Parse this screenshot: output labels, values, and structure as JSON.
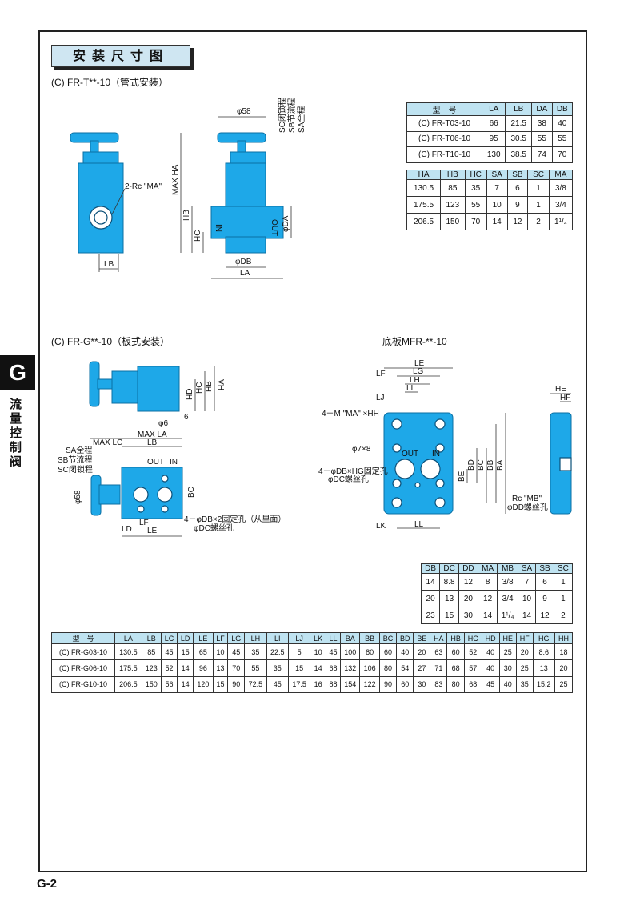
{
  "page": {
    "section_title": "安装尺寸图",
    "side_tab": "G",
    "side_label": "流量控制阀",
    "page_number": "G-2"
  },
  "fr_t": {
    "heading": "(C) FR-T**-10（管式安装）",
    "labels": {
      "rc": "2-Rc \"MA\"",
      "lb": "LB",
      "phi58": "φ58",
      "sc": "SC闭锁程",
      "sb": "SB节流程",
      "sa": "SA全程",
      "max_ha": "MAX HA",
      "hb": "HB",
      "hc": "HC",
      "phi_da": "φDA",
      "phi_db": "φDB",
      "la": "LA",
      "in": "IN",
      "out": "OUT"
    },
    "table1": {
      "headers": [
        "型　号",
        "LA",
        "LB",
        "DA",
        "DB"
      ],
      "rows": [
        [
          "(C) FR-T03-10",
          "66",
          "21.5",
          "38",
          "40"
        ],
        [
          "(C) FR-T06-10",
          "95",
          "30.5",
          "55",
          "55"
        ],
        [
          "(C) FR-T10-10",
          "130",
          "38.5",
          "74",
          "70"
        ]
      ]
    },
    "table2": {
      "headers": [
        "HA",
        "HB",
        "HC",
        "SA",
        "SB",
        "SC",
        "MA"
      ],
      "rows": [
        [
          "130.5",
          "85",
          "35",
          "7",
          "6",
          "1",
          "3/8"
        ],
        [
          "175.5",
          "123",
          "55",
          "10",
          "9",
          "1",
          "3/4"
        ],
        [
          "206.5",
          "150",
          "70",
          "14",
          "12",
          "2",
          "1¹/₄"
        ]
      ]
    }
  },
  "fr_g": {
    "heading": "(C) FR-G**-10（板式安装）",
    "labels": {
      "hd": "HD",
      "hc": "HC",
      "hb": "HB",
      "ha": "HA",
      "phi6": "φ6",
      "six": "6",
      "sa": "SA全程",
      "sb": "SB节流程",
      "sc": "SC闭锁程",
      "max_lc": "MAX LC",
      "max_la": "MAX LA",
      "lb": "LB",
      "out": "OUT",
      "in": "IN",
      "phi58": "φ58",
      "bc": "BC",
      "ld": "LD",
      "lf": "LF",
      "le": "LE",
      "hole1": "4－φDB×2固定孔（从里面）",
      "hole2": "φDC螺丝孔"
    }
  },
  "mfr": {
    "heading": "底板MFR-**-10",
    "labels": {
      "le": "LE",
      "lg": "LG",
      "lf": "LF",
      "lh": "LH",
      "li": "LI",
      "lj": "LJ",
      "m": "4－M \"MA\" ×HH",
      "phi7": "φ7×8",
      "out": "OUT",
      "in": "IN",
      "hole1": "4－φDB×HG固定孔",
      "hole2": "φDC螺丝孔",
      "be": "BE",
      "bd": "BD",
      "bc": "BC",
      "bb": "BB",
      "ba": "BA",
      "lk": "LK",
      "ll": "LL",
      "he": "HE",
      "hf": "HF",
      "rc1": "Rc \"MB\"",
      "rc2": "φDD螺丝孔"
    },
    "table": {
      "headers": [
        "DB",
        "DC",
        "DD",
        "MA",
        "MB",
        "SA",
        "SB",
        "SC"
      ],
      "rows": [
        [
          "14",
          "8.8",
          "12",
          "8",
          "3/8",
          "7",
          "6",
          "1"
        ],
        [
          "20",
          "13",
          "20",
          "12",
          "3/4",
          "10",
          "9",
          "1"
        ],
        [
          "23",
          "15",
          "30",
          "14",
          "1¹/₄",
          "14",
          "12",
          "2"
        ]
      ]
    }
  },
  "fr_g_table": {
    "headers": [
      "型　号",
      "LA",
      "LB",
      "LC",
      "LD",
      "LE",
      "LF",
      "LG",
      "LH",
      "LI",
      "LJ",
      "LK",
      "LL",
      "BA",
      "BB",
      "BC",
      "BD",
      "BE",
      "HA",
      "HB",
      "HC",
      "HD",
      "HE",
      "HF",
      "HG",
      "HH"
    ],
    "rows": [
      [
        "(C) FR-G03-10",
        "130.5",
        "85",
        "45",
        "15",
        "65",
        "10",
        "45",
        "35",
        "22.5",
        "5",
        "10",
        "45",
        "100",
        "80",
        "60",
        "40",
        "20",
        "63",
        "60",
        "52",
        "40",
        "25",
        "20",
        "8.6",
        "18"
      ],
      [
        "(C) FR-G06-10",
        "175.5",
        "123",
        "52",
        "14",
        "96",
        "13",
        "70",
        "55",
        "35",
        "15",
        "14",
        "68",
        "132",
        "106",
        "80",
        "54",
        "27",
        "71",
        "68",
        "57",
        "40",
        "30",
        "25",
        "13",
        "20"
      ],
      [
        "(C) FR-G10-10",
        "206.5",
        "150",
        "56",
        "14",
        "120",
        "15",
        "90",
        "72.5",
        "45",
        "17.5",
        "16",
        "88",
        "154",
        "122",
        "90",
        "60",
        "30",
        "83",
        "80",
        "68",
        "45",
        "40",
        "35",
        "15.2",
        "25"
      ]
    ]
  },
  "colors": {
    "valve_blue": "#1ea8e8",
    "header_blue": "#bfe3f1"
  }
}
